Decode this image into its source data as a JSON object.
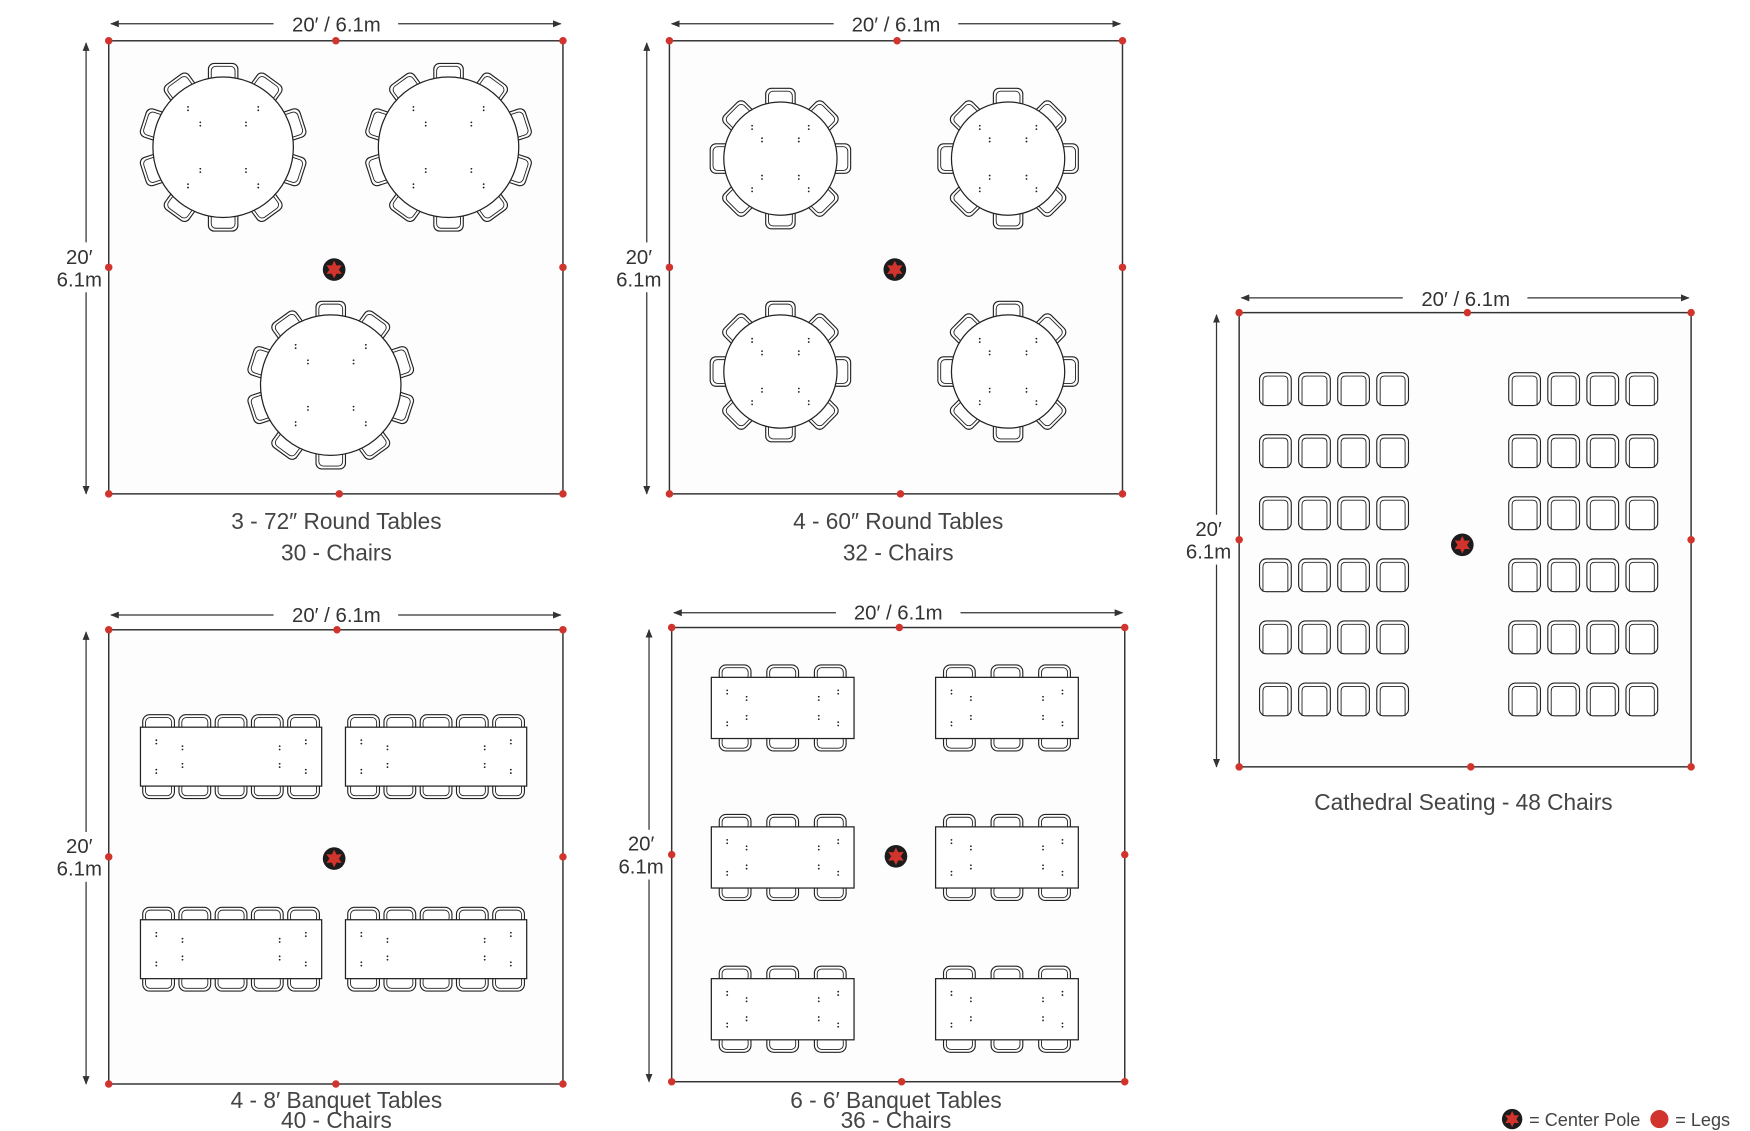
{
  "colors": {
    "leg": "#d0342c",
    "pole": "#1c1c1c",
    "star": "#d0342c",
    "line": "#333333",
    "caption": "#444444"
  },
  "dimension": {
    "horizontal": "20′ / 6.1m",
    "vertical_ft": "20′",
    "vertical_m": "6.1m"
  },
  "layouts": [
    {
      "title": "3 - 72″ Round Tables",
      "subtitle": "30 - Chairs",
      "table_type": "round",
      "tables": 3,
      "chairs_per_table": 10
    },
    {
      "title": "4 - 60″ Round Tables",
      "subtitle": "32 - Chairs",
      "table_type": "round",
      "tables": 4,
      "chairs_per_table": 8
    },
    {
      "title": "Cathedral Seating - 48 Chairs",
      "table_type": "none",
      "rows": 6,
      "chairs_per_row": 8
    },
    {
      "title": "4 - 8′ Banquet Tables",
      "subtitle": "40 - Chairs",
      "table_type": "banquet",
      "tables": 4,
      "chairs_per_table": 10
    },
    {
      "title": "6 - 6′ Banquet Tables",
      "subtitle": "36 - Chairs",
      "table_type": "banquet",
      "tables": 6,
      "chairs_per_table": 6
    }
  ],
  "legend": {
    "center_pole": "= Center Pole",
    "legs": "= Legs"
  }
}
